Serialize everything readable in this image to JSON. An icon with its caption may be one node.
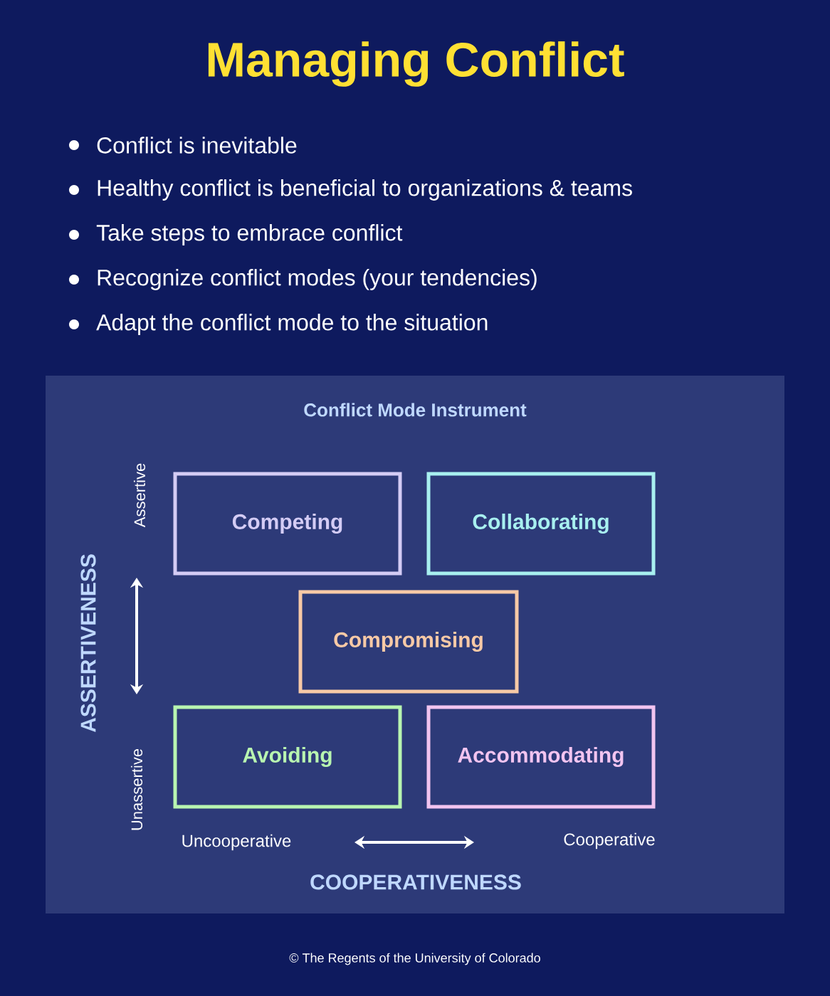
{
  "diagram": {
    "title": "Managing Conflict",
    "nodes": [
      {
        "text": [
          "Competing"
        ]
      },
      {
        "text": [
          "Collaborating"
        ]
      },
      {
        "text": [
          "Compromising"
        ]
      },
      {
        "text": [
          "Avoiding"
        ]
      },
      {
        "text": [
          "Accommodating"
        ]
      }
    ],
    "labels": [
      "Conflict is inevitable",
      "Healthy conflict is beneficial to organizations & teams",
      "Take steps to embrace conflict",
      "Recognize conflict modes (your tendencies)",
      "Adapt the conflict mode to the situation",
      "Conflict Mode Instrument",
      "Assertive",
      "ASSERTIVENESS",
      "Unassertive",
      "Uncooperative",
      "Cooperative",
      "COOPERATIVENESS",
      "© The Regents of the University of Colorado"
    ]
  }
}
